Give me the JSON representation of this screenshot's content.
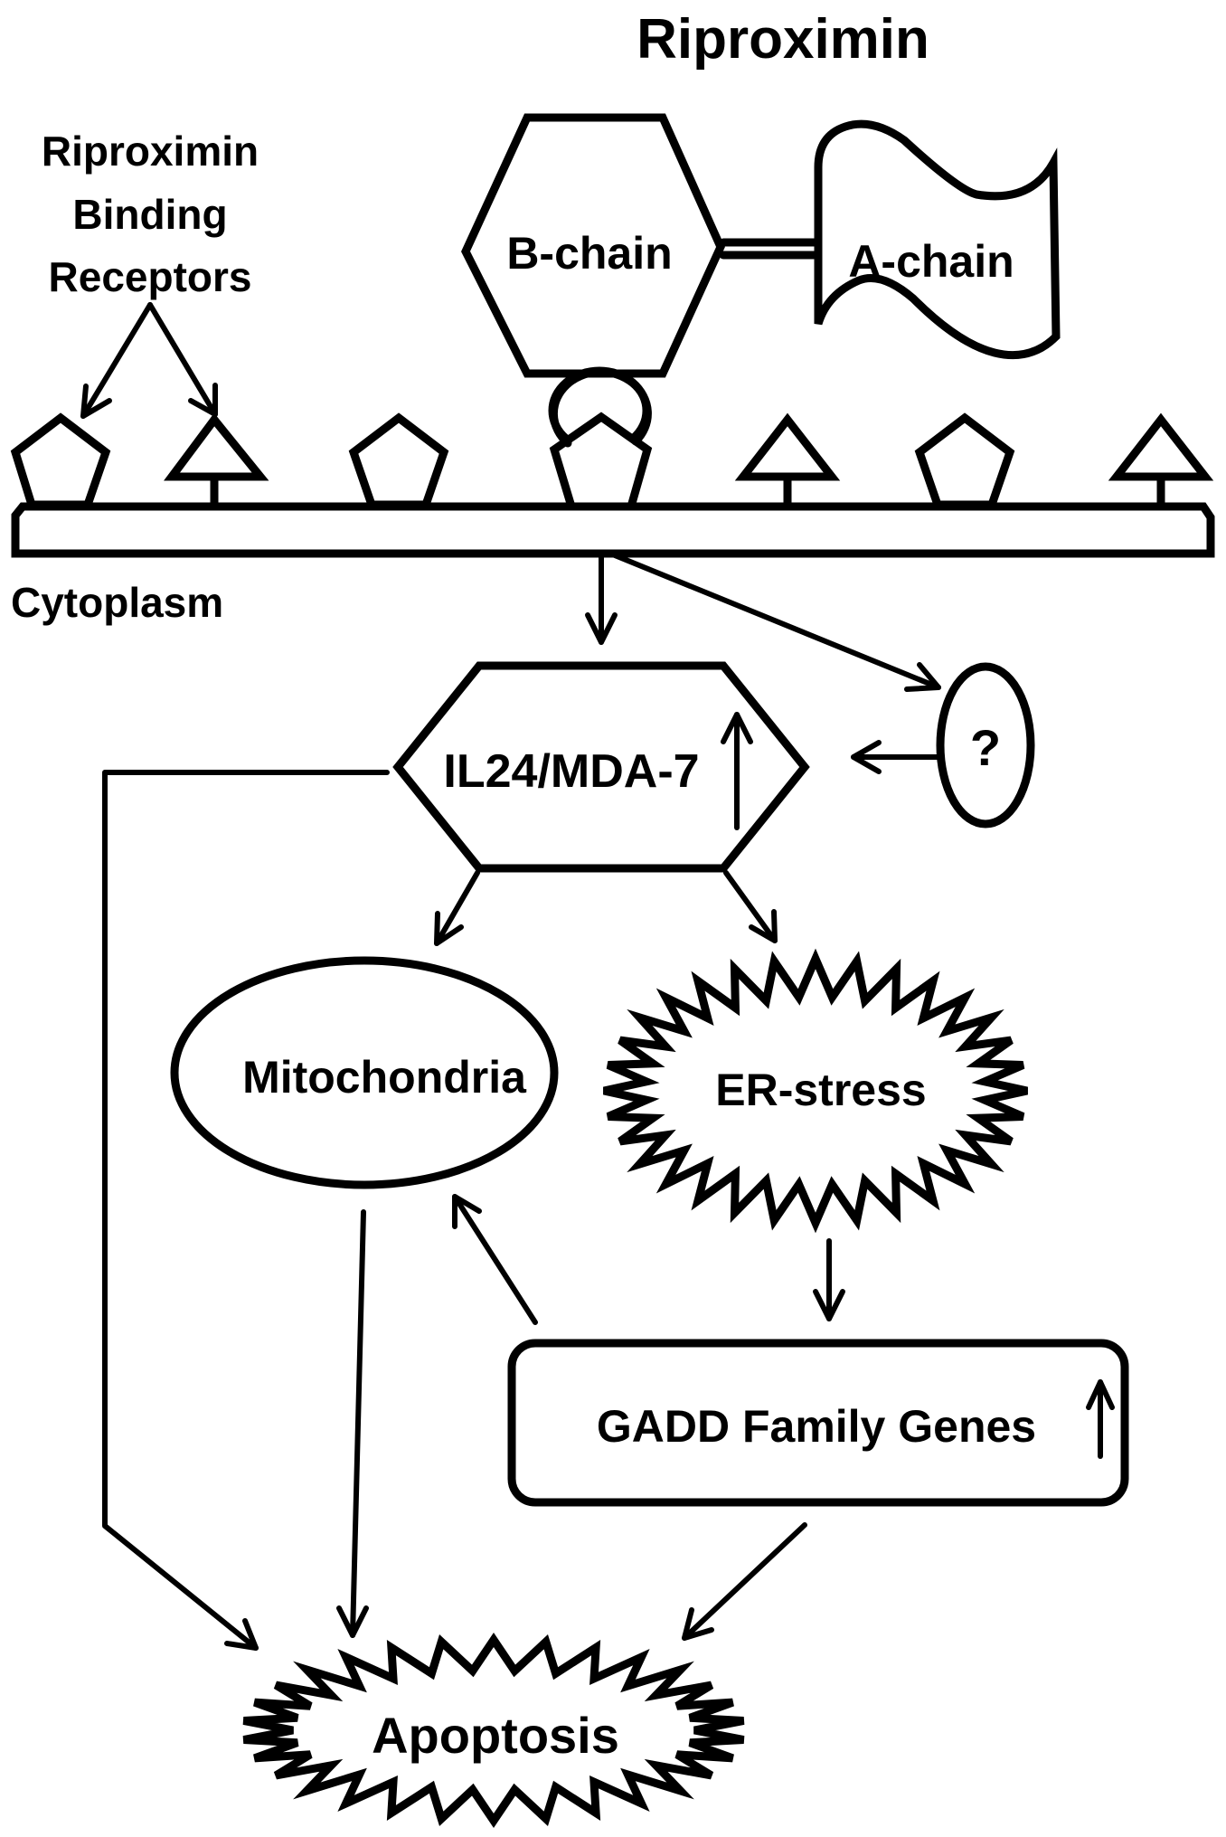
{
  "title": "Riproximin",
  "colors": {
    "stroke": "#000000",
    "background": "#ffffff"
  },
  "toxin": {
    "b_chain_label": "B-chain",
    "a_chain_label": "A-chain"
  },
  "receptors": {
    "label_line1": "Riproximin",
    "label_line2": "Binding",
    "label_line3": "Receptors",
    "types": [
      "pentagon",
      "triangle",
      "pentagon",
      "pentagon-bound",
      "triangle",
      "pentagon",
      "triangle"
    ]
  },
  "compartment_label": "Cytoplasm",
  "nodes": {
    "il24": {
      "label": "IL24/MDA-7",
      "regulation": "up",
      "regulation_icon": "up-arrow-icon"
    },
    "unknown": {
      "label": "?"
    },
    "mitochondria": {
      "label": "Mitochondria"
    },
    "er_stress": {
      "label": "ER-stress"
    },
    "gadd": {
      "label": "GADD Family Genes",
      "regulation": "up",
      "regulation_icon": "up-arrow-icon"
    },
    "apoptosis": {
      "label": "Apoptosis"
    }
  },
  "edges": [
    {
      "from": "receptor-label",
      "to": "receptor-pentagon"
    },
    {
      "from": "receptor-label",
      "to": "receptor-triangle"
    },
    {
      "from": "membrane",
      "to": "il24"
    },
    {
      "from": "membrane",
      "to": "unknown"
    },
    {
      "from": "unknown",
      "to": "il24"
    },
    {
      "from": "il24",
      "to": "mitochondria"
    },
    {
      "from": "il24",
      "to": "er_stress"
    },
    {
      "from": "il24",
      "to": "apoptosis"
    },
    {
      "from": "mitochondria",
      "to": "apoptosis"
    },
    {
      "from": "er_stress",
      "to": "gadd"
    },
    {
      "from": "gadd",
      "to": "mitochondria"
    },
    {
      "from": "gadd",
      "to": "apoptosis"
    }
  ]
}
